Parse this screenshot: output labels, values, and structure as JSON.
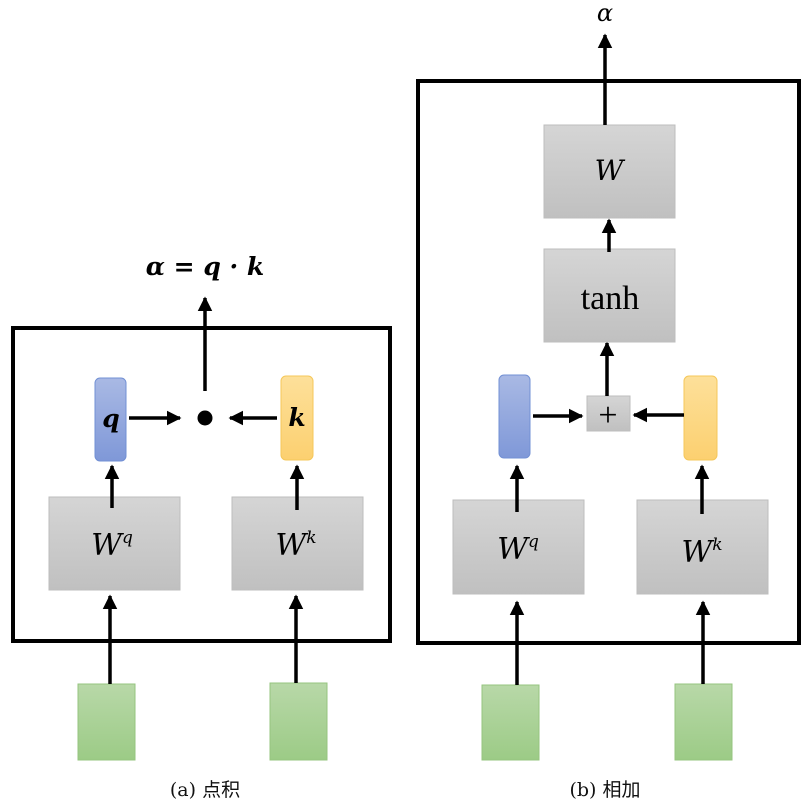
{
  "panel_a": {
    "caption": "(a) 点积",
    "output_formula": "α = q · k",
    "query_vector_label": "q",
    "key_vector_label": "k",
    "dot_operator": "●",
    "weight_query_label": "W",
    "weight_query_sup": "q",
    "weight_key_label": "W",
    "weight_key_sup": "k"
  },
  "panel_b": {
    "caption": "(b) 相加",
    "output_label": "α",
    "weight_out_label": "W",
    "activation_label": "tanh",
    "add_operator": "+",
    "weight_query_label": "W",
    "weight_query_sup": "q",
    "weight_key_label": "W",
    "weight_key_sup": "k"
  },
  "colors": {
    "query_blue": "#8fa6dd",
    "key_yellow": "#fcd57e",
    "input_green": "#a8d195",
    "weight_gray": "#c8c8c8",
    "frame_black": "#000000"
  }
}
